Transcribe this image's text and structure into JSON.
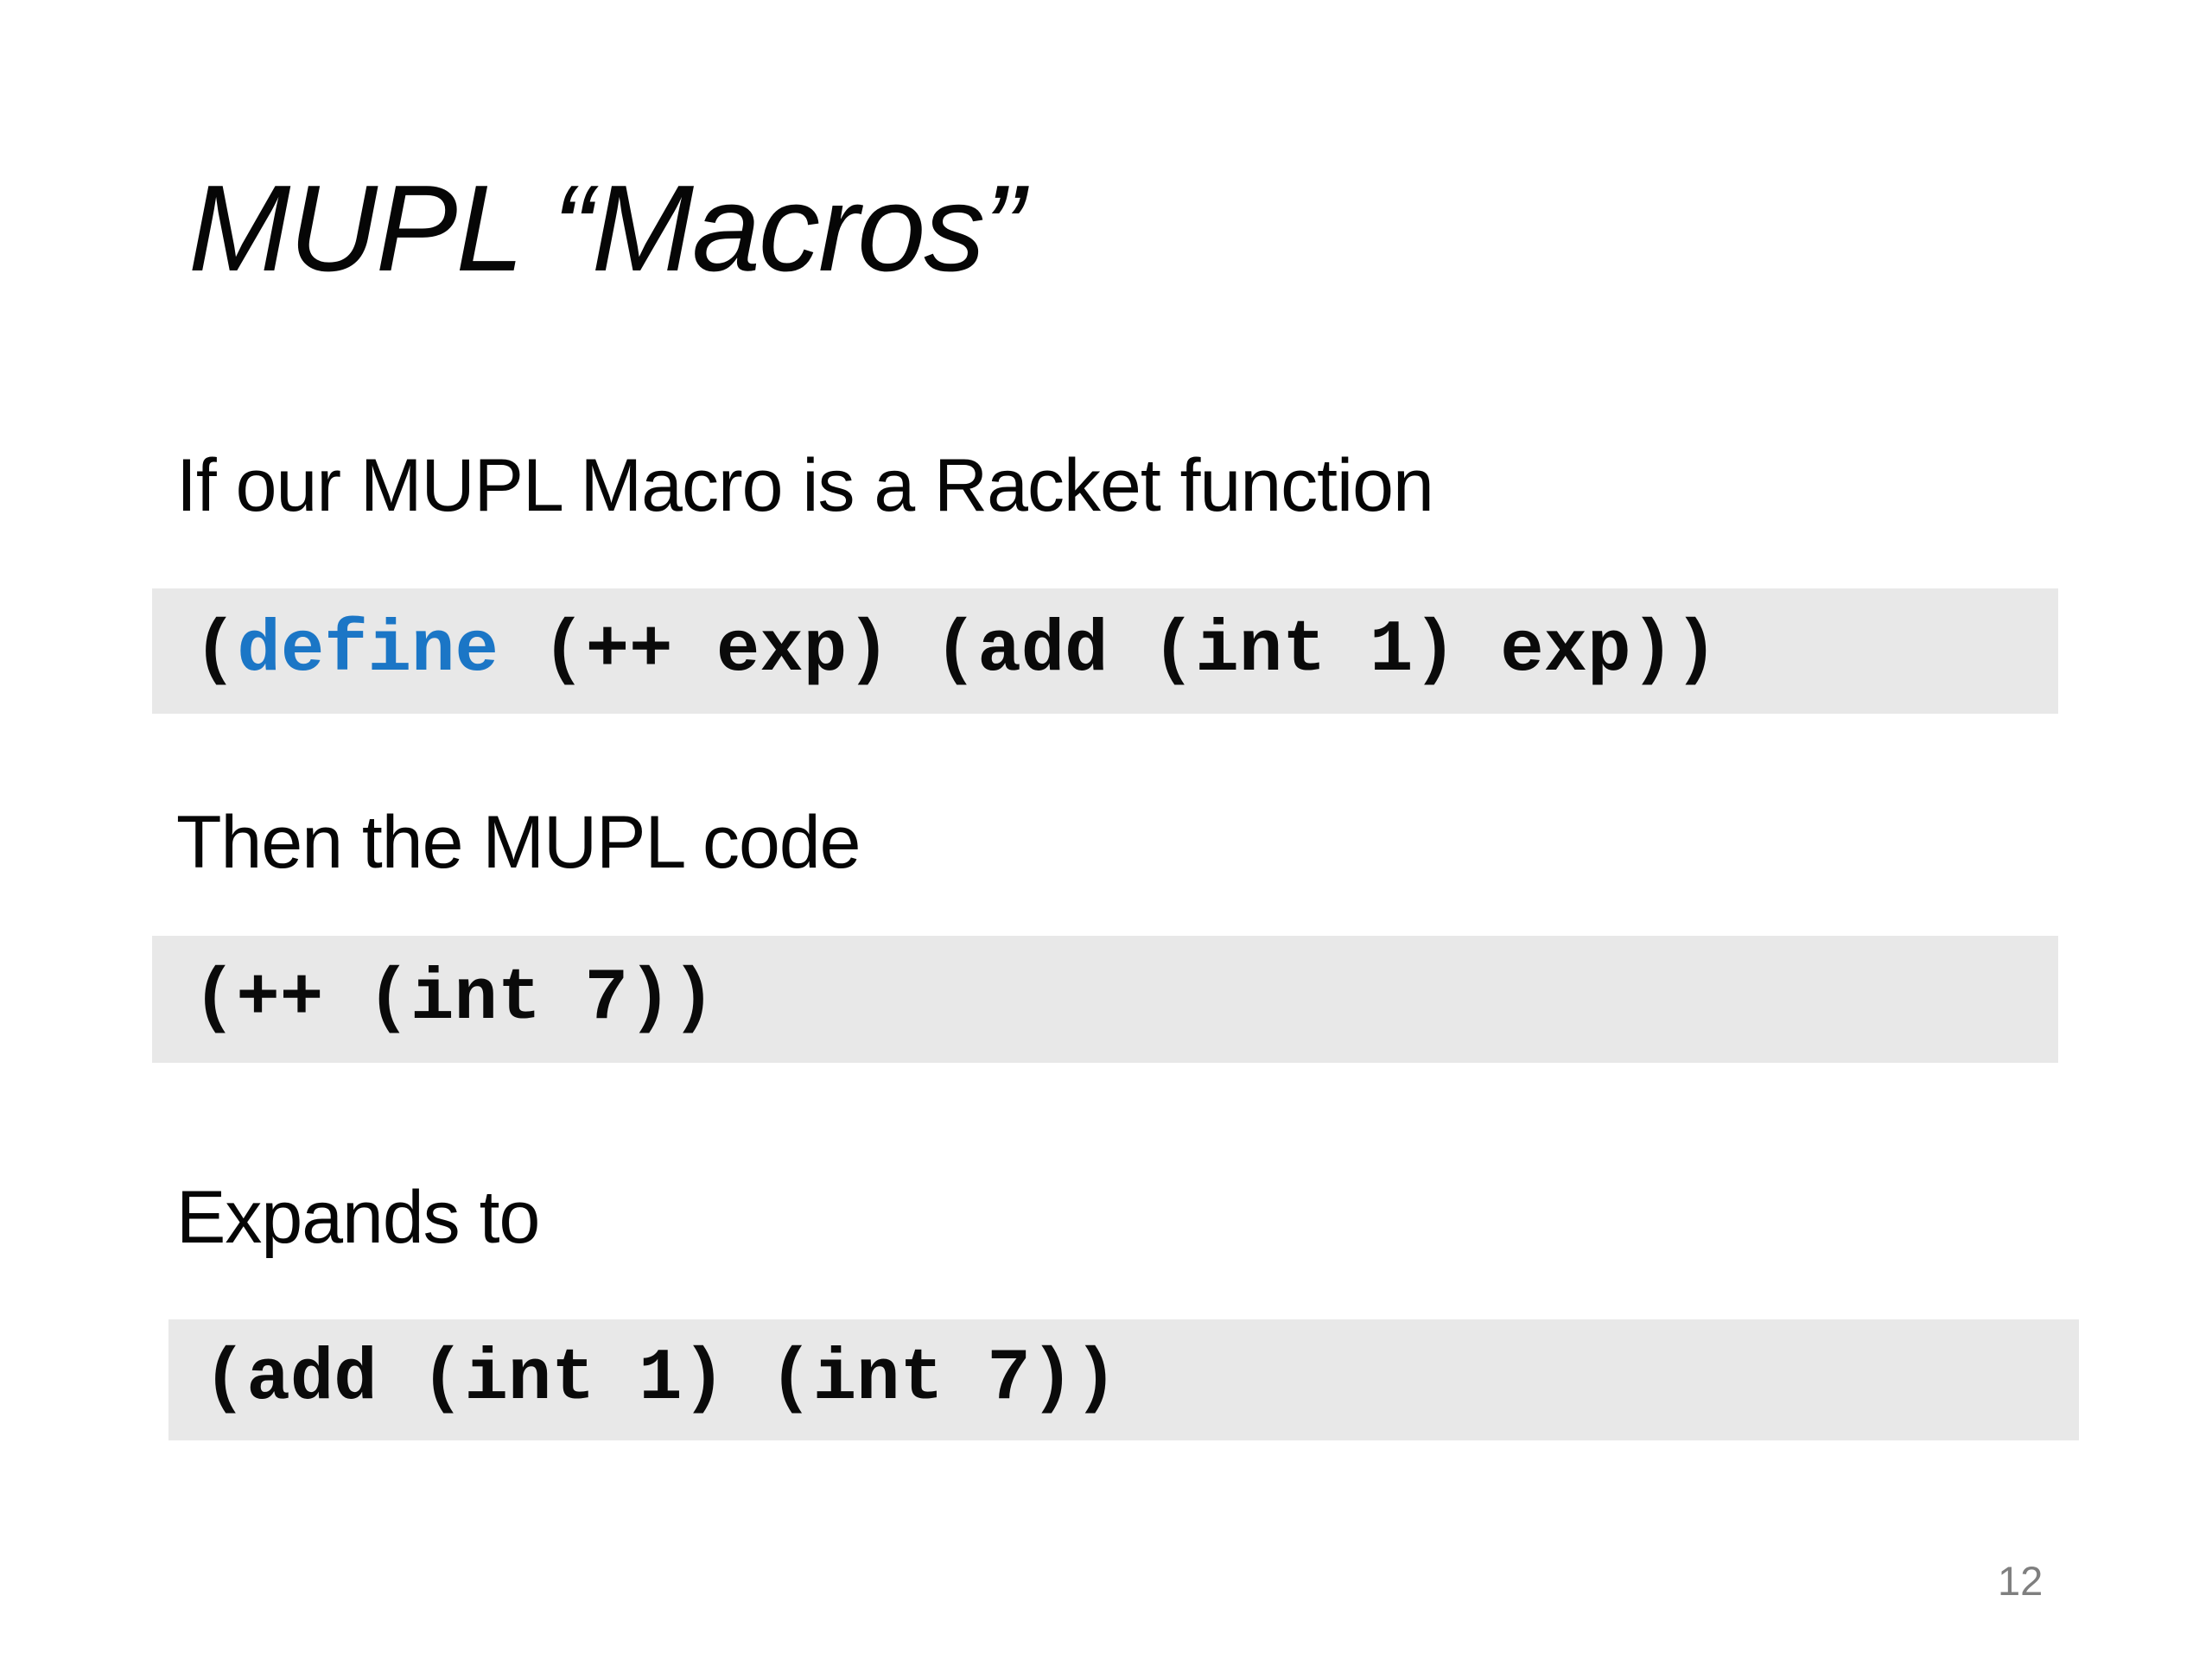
{
  "slide": {
    "title": "MUPL “Macros”",
    "page_number": "12",
    "sections": [
      {
        "heading": "If our MUPL Macro is a Racket function",
        "code": {
          "open": "(",
          "keyword": "define",
          "rest": " (++ exp) (add (int 1) exp))"
        }
      },
      {
        "heading": "Then the MUPL code",
        "code_plain": "(++ (int 7))"
      },
      {
        "heading": "Expands to",
        "code_plain": "(add (int 1) (int 7))"
      }
    ],
    "colors": {
      "keyword_blue": "#1B76C6",
      "code_bg": "#E8E8E8",
      "page_number_gray": "#7F7F7F"
    }
  }
}
